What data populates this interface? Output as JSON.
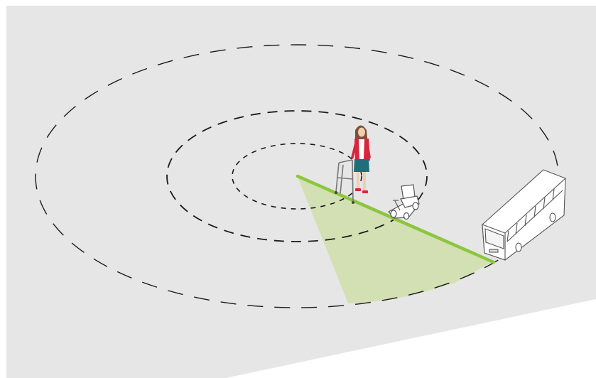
{
  "diagram": {
    "colors": {
      "background": "#ffffff",
      "ground": "#e6e6e6",
      "ring_stroke": "#1a1a1a",
      "cone_fill": "#cfdfae",
      "line_green": "#8cc63f",
      "person_jacket": "#d7263d",
      "person_skirt": "#1f6e7a",
      "person_hair": "#7a5236",
      "person_skin": "#f2cdb0",
      "shoes": "#d7263d",
      "vehicle_outline": "#555555",
      "vehicle_fill": "#ffffff"
    },
    "rings": [
      {
        "name": "inner-ring",
        "dash": "7 7"
      },
      {
        "name": "middle-ring",
        "dash": "14 10"
      },
      {
        "name": "outer-ring",
        "dash": "22 16"
      }
    ],
    "figures": [
      {
        "name": "pedestrian-with-walker-icon"
      },
      {
        "name": "mobility-scooter-icon"
      },
      {
        "name": "bus-icon"
      }
    ]
  }
}
